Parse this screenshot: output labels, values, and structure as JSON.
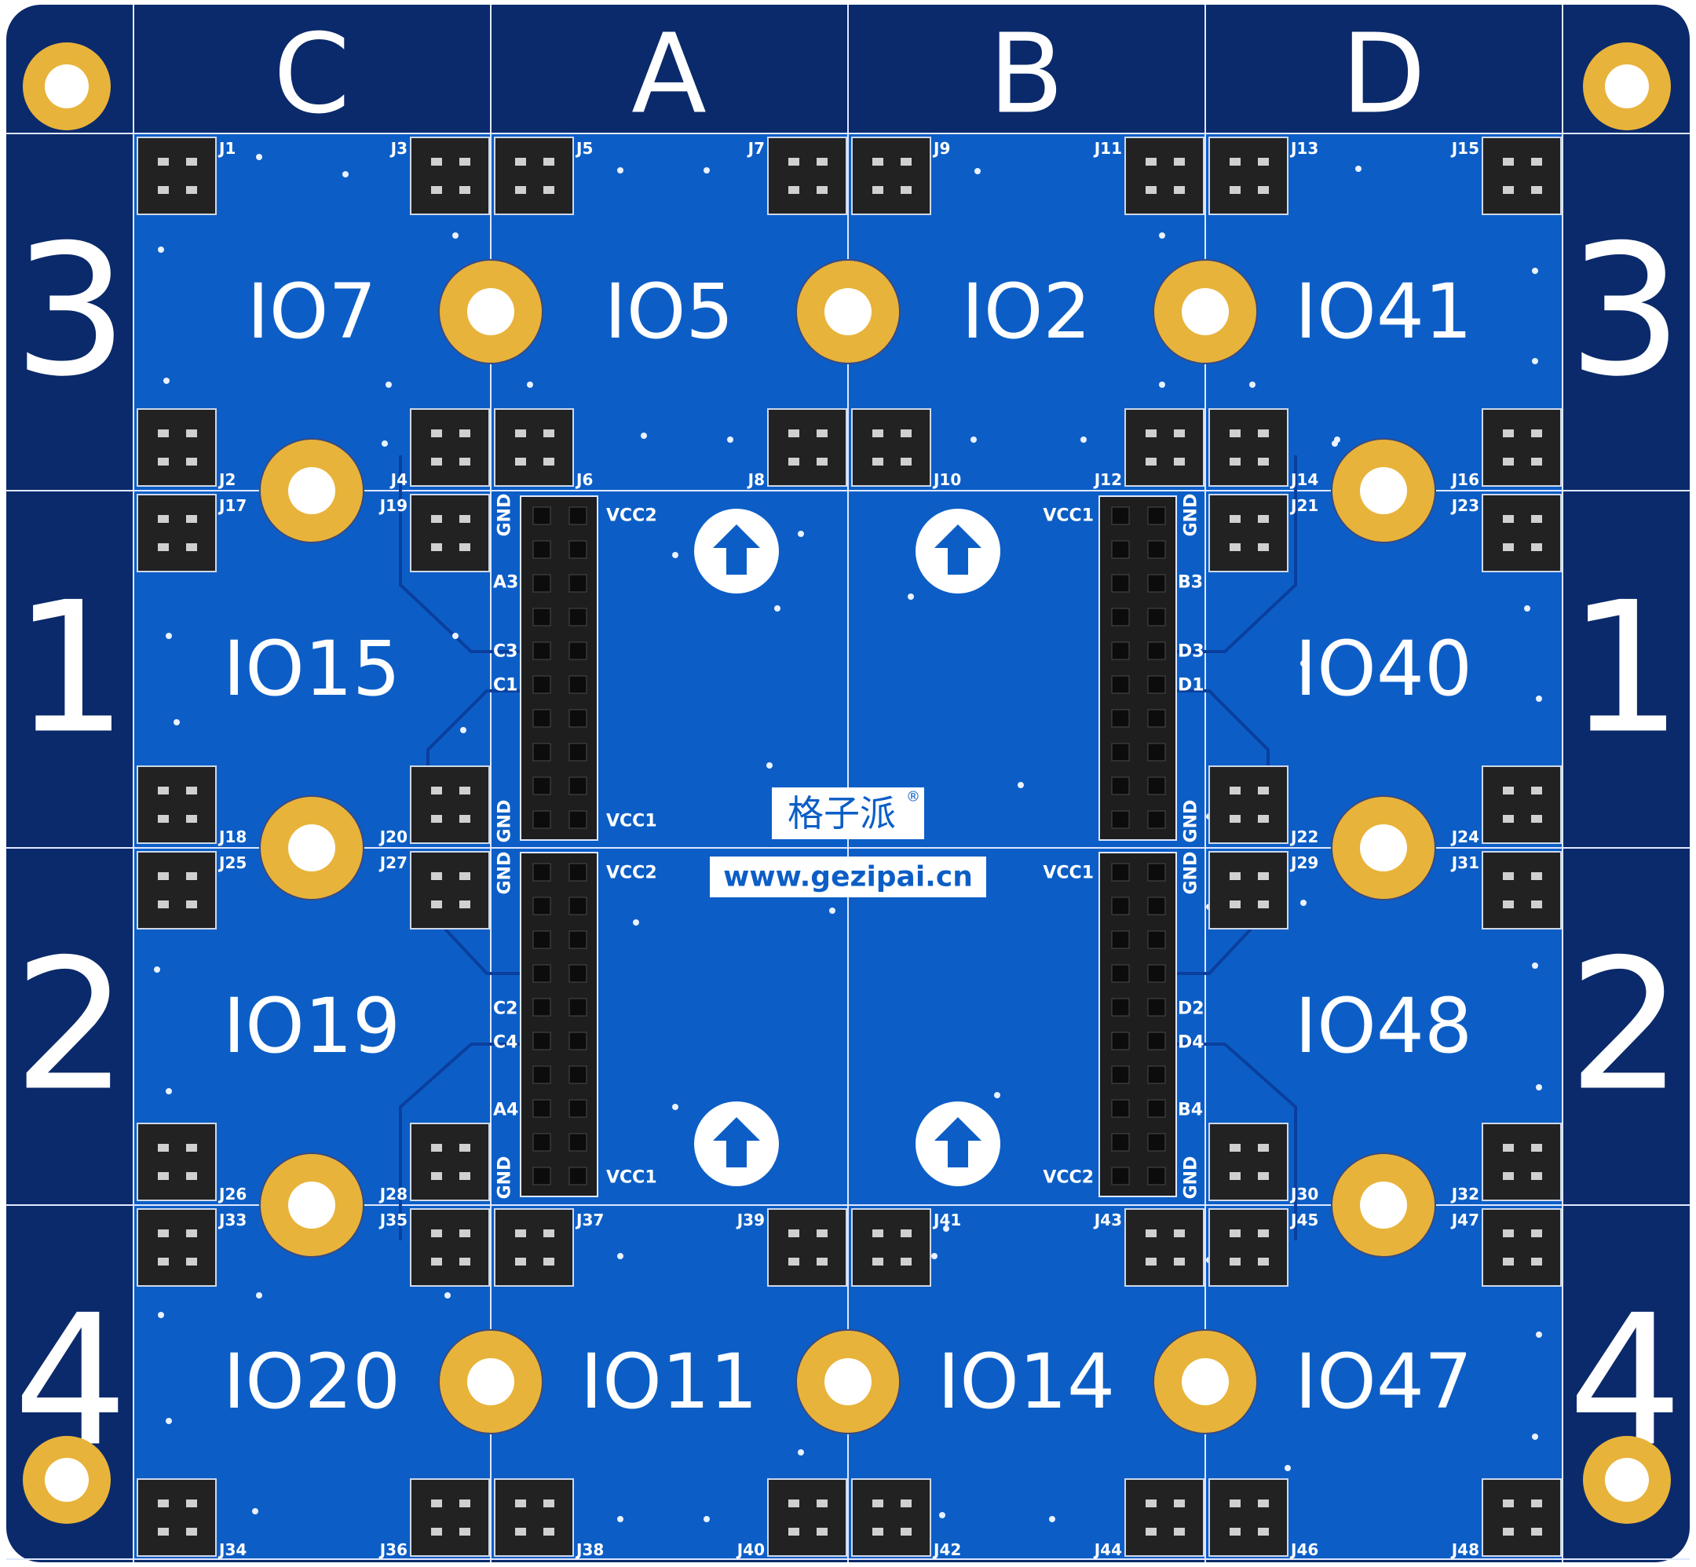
{
  "columns": [
    "C",
    "A",
    "B",
    "D"
  ],
  "rows_left": [
    "3",
    "1",
    "2",
    "4"
  ],
  "rows_right": [
    "3",
    "1",
    "2",
    "4"
  ],
  "cell_labels": [
    [
      "IO7",
      "IO5",
      "IO2",
      "IO41"
    ],
    [
      "IO15",
      "",
      "",
      "IO40"
    ],
    [
      "IO19",
      "",
      "",
      "IO48"
    ],
    [
      "IO20",
      "IO11",
      "IO14",
      "IO47"
    ]
  ],
  "connectors": [
    "J1",
    "J2",
    "J3",
    "J4",
    "J5",
    "J6",
    "J7",
    "J8",
    "J9",
    "J10",
    "J11",
    "J12",
    "J13",
    "J14",
    "J15",
    "J16",
    "J17",
    "J18",
    "J19",
    "J20",
    "J21",
    "J22",
    "J23",
    "J24",
    "J25",
    "J26",
    "J27",
    "J28",
    "J29",
    "J30",
    "J31",
    "J32",
    "J33",
    "J34",
    "J35",
    "J36",
    "J37",
    "J38",
    "J39",
    "J40",
    "J41",
    "J42",
    "J43",
    "J44",
    "J45",
    "J46",
    "J47",
    "J48"
  ],
  "header_pins": {
    "left_top": {
      "top": "VCC2",
      "bottom": "VCC1",
      "gnd": "GND",
      "side": [
        "A3",
        "C3",
        "C1"
      ]
    },
    "left_bottom": {
      "top": "VCC2",
      "bottom": "VCC1",
      "gnd": "GND",
      "side": [
        "C2",
        "C4",
        "A4"
      ]
    },
    "right_top": {
      "top": "VCC1",
      "gnd": "GND",
      "side": [
        "B3",
        "D3",
        "D1"
      ]
    },
    "right_bottom": {
      "top": "VCC1",
      "bottom": "VCC2",
      "gnd": "GND",
      "side": [
        "D2",
        "D4",
        "B4"
      ]
    }
  },
  "brand": {
    "name": "格子派",
    "mark": "®",
    "url": "www.gezipai.cn"
  },
  "colors": {
    "frame": "#0b2a6b",
    "board": "#0c5ec6",
    "pad": "#e8b33a",
    "header": "#1e1e1e",
    "text": "#ffffff"
  },
  "icons": {
    "arrow": "up-arrow-icon",
    "pad": "mounting-hole-icon"
  }
}
